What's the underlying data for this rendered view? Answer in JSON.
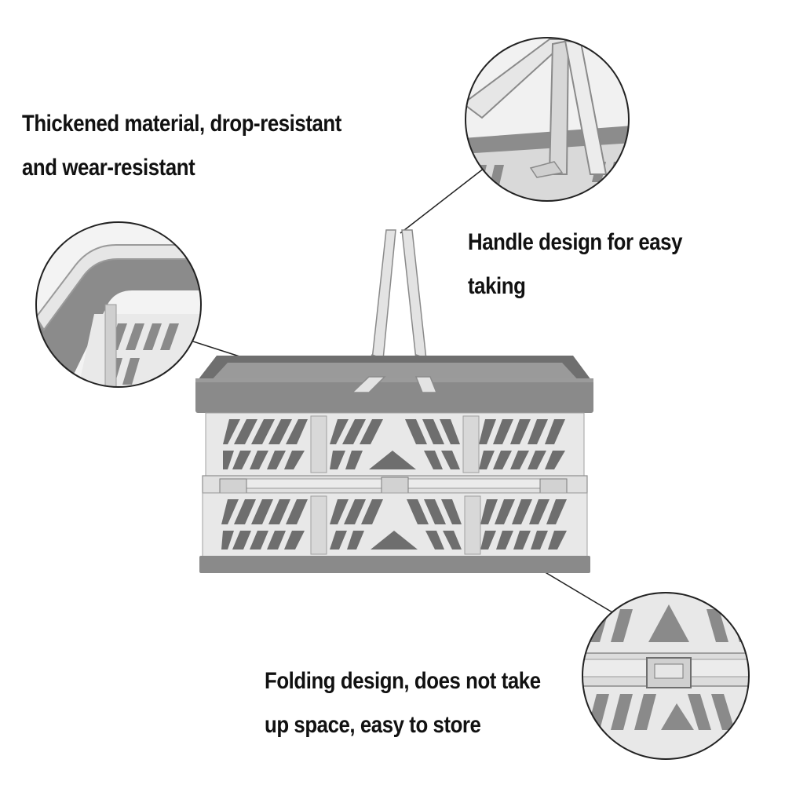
{
  "captions": {
    "material": {
      "line1": "Thickened material, drop-resistant",
      "line2": "and wear-resistant"
    },
    "handle": {
      "line1": "Handle design for easy",
      "line2": "taking"
    },
    "folding": {
      "line1": "Folding design, does not take",
      "line2": "up space, easy to store"
    }
  },
  "colors": {
    "background": "#ffffff",
    "basket_body": "#e8e8e8",
    "basket_rim": "#8a8a8a",
    "handle": "#e3e3e3",
    "outline": "#6e6e6e",
    "callout_line": "#222222",
    "text": "#111111"
  }
}
